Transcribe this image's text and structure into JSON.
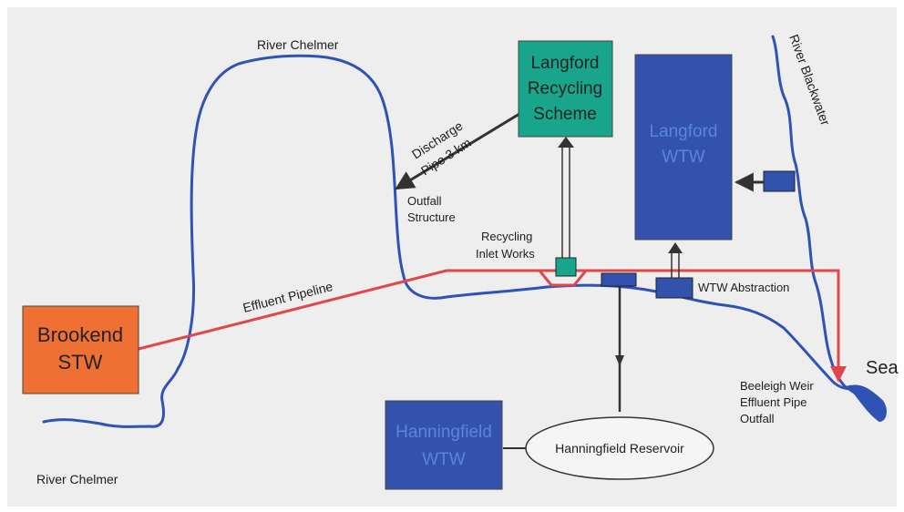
{
  "colors": {
    "background": "#eeeeee",
    "river": "#2f53b5",
    "effluent": "#e0474b",
    "wtw_box": "#3352ae",
    "wtw_text": "#5a86d6",
    "recycling_box": "#19a58c",
    "stw_box": "#ef7033",
    "arrow": "#333333"
  },
  "labels": {
    "river_chelmer_top": "River Chelmer",
    "river_chelmer_bottom": "River Chelmer",
    "river_blackwater": "River Blackwater",
    "discharge_pipe_l1": "Discharge",
    "discharge_pipe_l2": "Pipe 3 km",
    "outfall_l1": "Outfall",
    "outfall_l2": "Structure",
    "recycling_inlet_l1": "Recycling",
    "recycling_inlet_l2": "Inlet Works",
    "effluent_pipeline": "Effluent Pipeline",
    "wtw_abstraction": "WTW Abstraction",
    "beeleigh_l1": "Beeleigh Weir",
    "beeleigh_l2": "Effluent Pipe",
    "beeleigh_l3": "Outfall",
    "sea": "Sea",
    "hanningfield_reservoir": "Hanningfield Reservoir"
  },
  "boxes": {
    "brookend_l1": "Brookend",
    "brookend_l2": "STW",
    "langford_recycling_l1": "Langford",
    "langford_recycling_l2": "Recycling",
    "langford_recycling_l3": "Scheme",
    "langford_wtw_l1": "Langford",
    "langford_wtw_l2": "WTW",
    "hanningfield_wtw_l1": "Hanningfield",
    "hanningfield_wtw_l2": "WTW"
  },
  "icons": {
    "arrowhead": "arrow-head-icon"
  }
}
